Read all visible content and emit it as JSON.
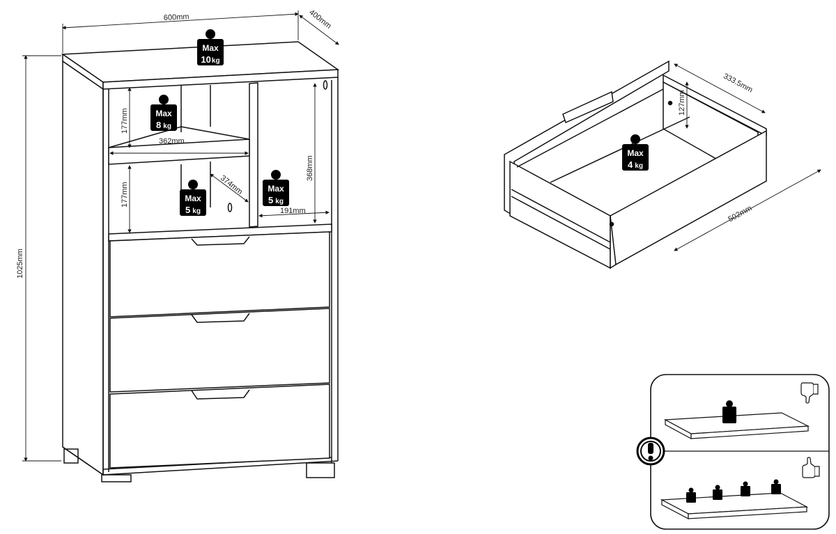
{
  "cabinet": {
    "width": "600mm",
    "depth": "400mm",
    "height": "1025mm",
    "shelf_height_top": "177mm",
    "shelf_height_bottom": "177mm",
    "shelf_width": "362mm",
    "shelf_depth": "374mm",
    "side_compartment_height": "368mm",
    "side_compartment_width": "191mm"
  },
  "loads": {
    "top": {
      "line1": "Max",
      "line2": "10",
      "unit": "kg"
    },
    "upper_shelf": {
      "line1": "Max",
      "line2": "8",
      "unit": "kg"
    },
    "lower_shelf": {
      "line1": "Max",
      "line2": "5",
      "unit": "kg"
    },
    "side_compartment": {
      "line1": "Max",
      "line2": "5",
      "unit": "kg"
    },
    "drawer": {
      "line1": "Max",
      "line2": "4",
      "unit": "kg"
    }
  },
  "drawer": {
    "inner_width": "333.5mm",
    "inner_height": "127mm",
    "length": "502mm"
  },
  "icons": {
    "warning": "exclamation-icon",
    "bad": "thumbs-down-icon",
    "good": "thumbs-up-icon",
    "weight": "weight-icon"
  }
}
